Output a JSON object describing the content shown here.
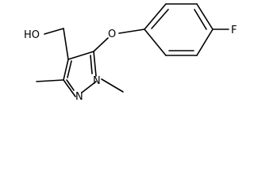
{
  "molecule": {
    "atoms": {
      "hydroxyl": "HO",
      "ether_oxygen": "O",
      "fluorine": "F",
      "ring_nitrogen_1": "N",
      "ring_nitrogen_2": "N"
    }
  },
  "colors": {
    "bond": "#000000",
    "label": "#000000",
    "background": "#ffffff"
  }
}
